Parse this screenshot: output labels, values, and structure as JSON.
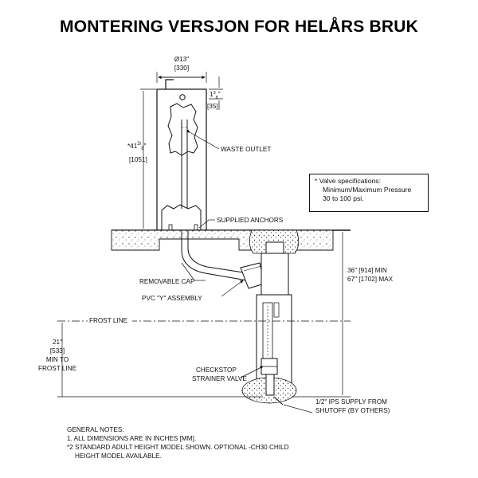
{
  "title": "MONTERING VERSJON FOR HELÅRS BRUK",
  "dimensions": {
    "width_in": "Ø13\"",
    "width_mm": "[330]",
    "height_label": "*41",
    "height_frac_num": "3",
    "height_frac_den": "8",
    "height_in_suffix": "\"",
    "height_mm": "[1051]",
    "spout_in": "1",
    "spout_frac_num": "3",
    "spout_frac_den": "8",
    "spout_suffix": "\"",
    "spout_mm": "[35]",
    "depth_line1": "36\" [914] MIN",
    "depth_line2": "67\" [1702] MAX",
    "frost_line1": "21\"",
    "frost_line2": "[533]",
    "frost_line3": "MIN TO",
    "frost_line4": "FROST LINE"
  },
  "labels": {
    "waste_outlet": "WASTE OUTLET",
    "supplied_anchors": "SUPPLIED ANCHORS",
    "removable_cap": "REMOVABLE CAP",
    "pvc_y": "PVC \"Y\" ASSEMBLY",
    "frost_line": "FROST LINE",
    "checkstop1": "CHECKSTOP",
    "checkstop2": "STRAINER VALVE",
    "supply1": "1/2\" IPS SUPPLY FROM",
    "supply2": "SHUTOFF (BY OTHERS)"
  },
  "valve_spec": {
    "line1": "* Valve specifications:",
    "line2": "Minimum/Maximum Pressure",
    "line3": "30 to 100 psi."
  },
  "notes": {
    "heading": "GENERAL NOTES:",
    "note1": "1. ALL DIMENSIONS ARE IN INCHES [MM].",
    "note2a": "*2 STANDARD ADULT HEIGHT MODEL SHOWN. OPTIONAL -CH30 CHILD",
    "note2b": "HEIGHT MODEL AVAILABLE."
  }
}
